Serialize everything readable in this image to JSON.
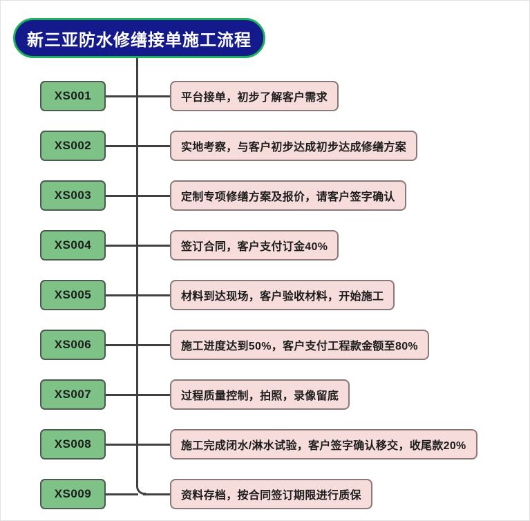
{
  "diagram": {
    "title": "新三亚防水修缮接单施工流程",
    "title_colors": {
      "fill": "#141a8c",
      "border": "#19b35a",
      "text": "#ffffff"
    },
    "node_colors": {
      "code_fill": "#7ec288",
      "code_border": "#4a5a4d",
      "desc_fill": "#f7dcdc",
      "desc_border": "#8a7878",
      "connector": "#404040"
    },
    "steps": [
      {
        "code": "XS001",
        "desc": "平台接单，初步了解客户需求"
      },
      {
        "code": "XS002",
        "desc": "实地考察，与客户初步达成初步达成修缮方案"
      },
      {
        "code": "XS003",
        "desc": "定制专项修缮方案及报价，请客户签字确认"
      },
      {
        "code": "XS004",
        "desc": "签订合同，客户支付订金40%"
      },
      {
        "code": "XS005",
        "desc": "材料到达现场，客户验收材料，开始施工"
      },
      {
        "code": "XS006",
        "desc": "施工进度达到50%，客户支付工程款金额至80%"
      },
      {
        "code": "XS007",
        "desc": "过程质量控制，拍照，录像留底"
      },
      {
        "code": "XS008",
        "desc": "施工完成闭水/淋水试验，客户签字确认移交，收尾款20%"
      },
      {
        "code": "XS009",
        "desc": "资料存档，按合同签订期限进行质保"
      }
    ]
  }
}
